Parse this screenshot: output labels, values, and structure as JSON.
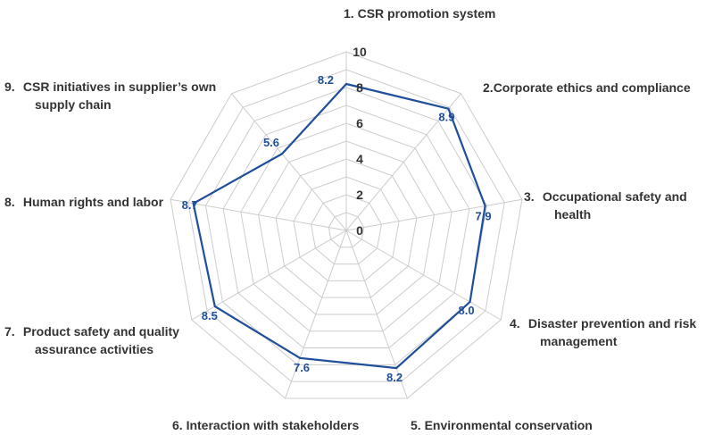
{
  "chart_data": {
    "type": "radar",
    "title": "",
    "categories": [
      {
        "num": "1.",
        "label": "CSR promotion system"
      },
      {
        "num": "2.",
        "label": "Corporate ethics and compliance"
      },
      {
        "num": "3.",
        "label": "Occupational safety and health"
      },
      {
        "num": "4.",
        "label": "Disaster prevention and risk management"
      },
      {
        "num": "5.",
        "label": "Environmental conservation"
      },
      {
        "num": "6.",
        "label": "Interaction with stakeholders"
      },
      {
        "num": "7.",
        "label": "Product safety and quality assurance activities"
      },
      {
        "num": "8.",
        "label": "Human rights and labor"
      },
      {
        "num": "9.",
        "label": "CSR initiatives in supplier’s own supply chain"
      }
    ],
    "values": [
      8.2,
      8.9,
      7.9,
      8.0,
      8.2,
      7.6,
      8.5,
      8.7,
      5.6
    ],
    "value_labels": [
      "8.2",
      "8.9",
      "7.9",
      "8.0",
      "8.2",
      "7.6",
      "8.5",
      "8.7",
      "5.6"
    ],
    "range": [
      0,
      10
    ],
    "ticks": [
      0,
      2,
      4,
      6,
      8,
      10
    ],
    "tick_labels": [
      "0",
      "2",
      "4",
      "6",
      "8",
      "10"
    ],
    "grid": true,
    "legend": "none",
    "colors": {
      "series": "#1f4e9a",
      "grid": "#cccccc",
      "text": "#333333"
    }
  }
}
